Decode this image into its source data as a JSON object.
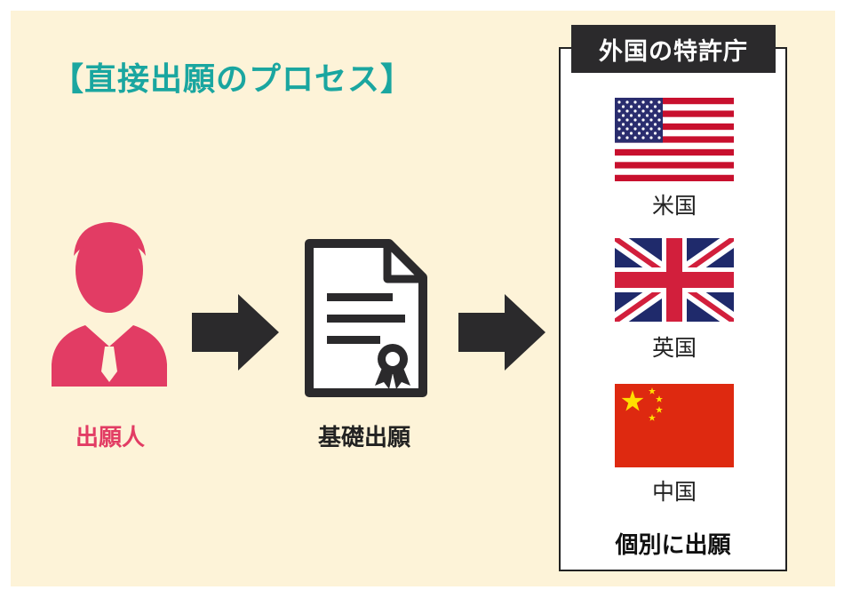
{
  "title": "【直接出願のプロセス】",
  "applicant_label": "出願人",
  "basic_application_label": "基礎出願",
  "foreign_offices": {
    "header": "外国の特許庁",
    "countries": [
      "米国",
      "英国",
      "中国"
    ],
    "footer": "個別に出願"
  },
  "colors": {
    "background": "#fdf3d8",
    "title": "#1aa6a0",
    "applicant": "#e23c64",
    "dark": "#2b2a2c",
    "us_red": "#c8102e",
    "us_blue": "#2a2d6e",
    "uk_blue": "#1f2a6b",
    "uk_red": "#d21f3c",
    "cn_red": "#de2910",
    "cn_yellow": "#ffde00"
  }
}
